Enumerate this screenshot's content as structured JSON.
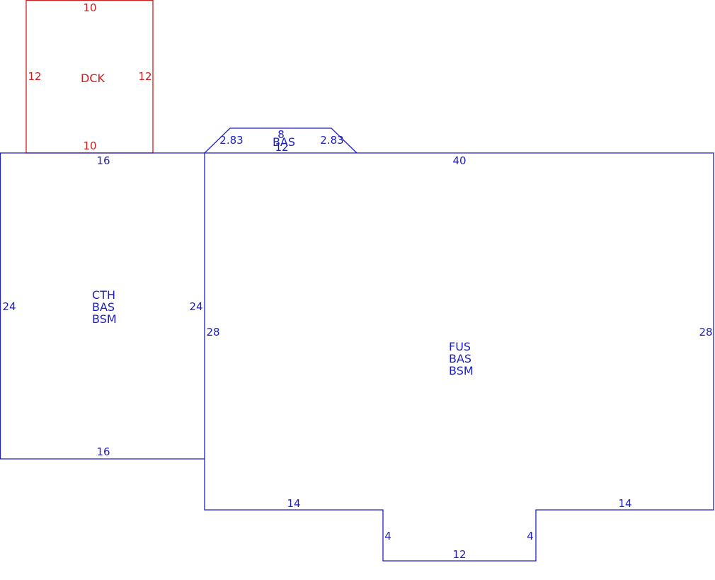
{
  "colors": {
    "blue": "#1f1fbf",
    "red": "#cc1f1f"
  },
  "deck": {
    "label": "DCK",
    "top": "10",
    "bottom": "10",
    "left": "12",
    "right": "12"
  },
  "bay": {
    "label": "BAS",
    "left": "2.83",
    "right": "2.83",
    "top": "8",
    "bottom": "12"
  },
  "cth": {
    "labels": [
      "CTH",
      "BAS",
      "BSM"
    ],
    "top": "16",
    "bottom": "16",
    "left": "24",
    "right": "24"
  },
  "fus": {
    "labels": [
      "FUS",
      "BAS",
      "BSM"
    ],
    "top": "40",
    "left": "28",
    "right": "28",
    "bottom_left": "14",
    "bottom_right": "14",
    "notch_left": "4",
    "notch_right": "4",
    "notch_bottom": "12"
  }
}
